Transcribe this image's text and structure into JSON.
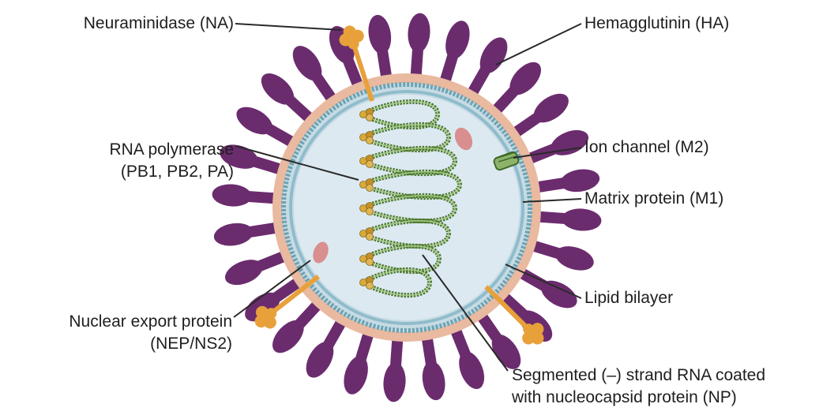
{
  "labels": {
    "neuraminidase": "Neuraminidase (NA)",
    "rna_polymerase_line1": "RNA polymerase",
    "rna_polymerase_line2": "(PB1, PB2, PA)",
    "nuclear_export_line1": "Nuclear export protein",
    "nuclear_export_line2": "(NEP/NS2)",
    "hemagglutinin": "Hemagglutinin (HA)",
    "ion_channel": "Ion channel (M2)",
    "matrix_protein": "Matrix protein (M1)",
    "lipid_bilayer": "Lipid bilayer",
    "segmented_rna_line1": "Segmented (–) strand RNA coated",
    "segmented_rna_line2": "with nucleocapsid protein (NP)"
  },
  "colors": {
    "hemagglutinin": "#6b2c6e",
    "neuraminidase": "#e8a13a",
    "lipid_bilayer": "#e9b9a0",
    "matrix_layer": "#6aa3b4",
    "interior": "#dce9f1",
    "rna_coil": "#4d7a2e",
    "polymerase": "#d9a93a",
    "ion_channel": "#8db36a",
    "nep": "#d98f8f"
  }
}
